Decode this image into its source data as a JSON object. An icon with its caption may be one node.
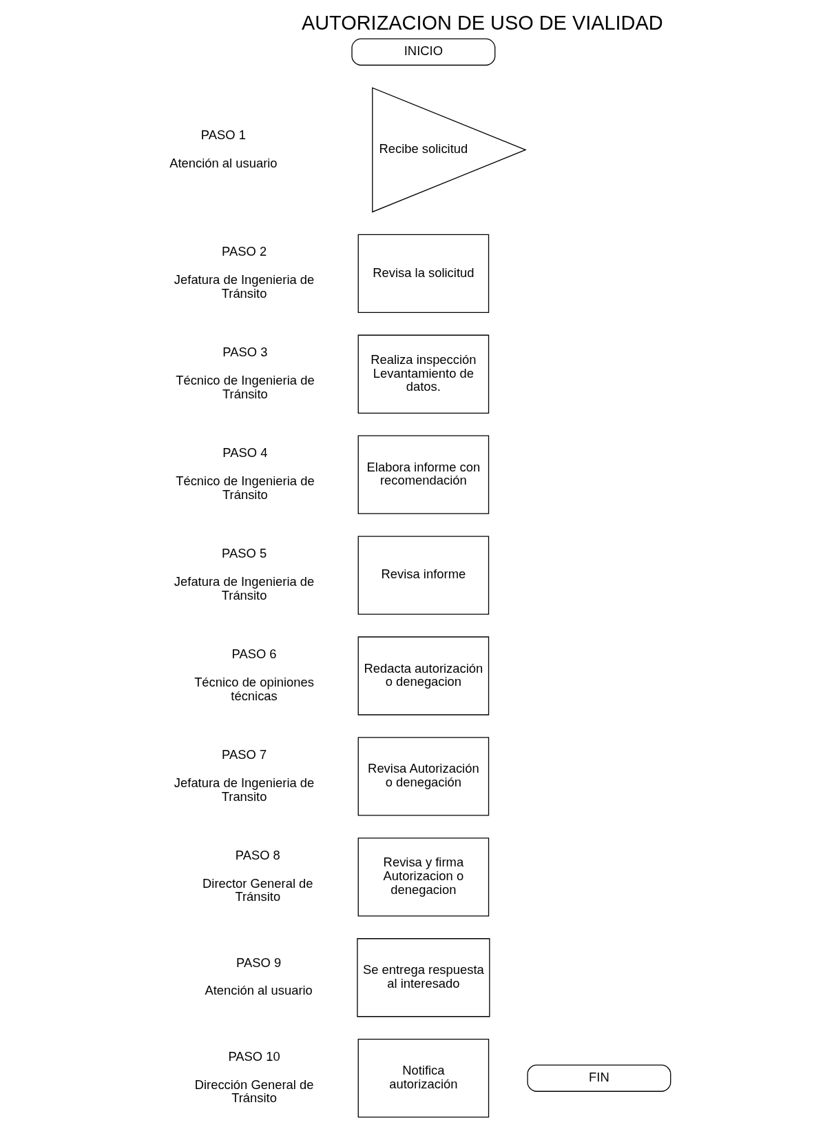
{
  "diagram": {
    "title": "AUTORIZACION DE USO DE VIALIDAD",
    "nodes": [
      {
        "text": [
          "INICIO"
        ]
      },
      {
        "text": [
          "Recibe solicitud"
        ],
        "beside": [
          "PASO 1",
          "Atención al usuario"
        ]
      },
      {
        "text": [
          "Revisa la solicitud"
        ],
        "beside": [
          "PASO 2",
          "Jefatura de Ingenieria de Tránsito"
        ]
      },
      {
        "text": [
          "Realiza inspección Levantamiento de datos."
        ],
        "beside": [
          "PASO 3",
          "Técnico de Ingenieria de Tránsito"
        ]
      },
      {
        "text": [
          "Elabora informe con recomendación"
        ],
        "beside": [
          "PASO 4",
          "Técnico de Ingenieria de Tránsito"
        ]
      },
      {
        "text": [
          "Revisa informe"
        ],
        "beside": [
          "PASO 5",
          "Jefatura de Ingenieria de Tránsito"
        ]
      },
      {
        "text": [
          "Redacta autorización o denegacion"
        ],
        "beside": [
          "PASO 6",
          "Técnico de opiniones técnicas"
        ]
      },
      {
        "text": [
          "Revisa Autorización o denegación"
        ],
        "beside": [
          "PASO 7",
          "Jefatura de Ingenieria de Transito"
        ]
      },
      {
        "text": [
          "Revisa y firma Autorizacion o denegacion"
        ],
        "beside": [
          "PASO 8",
          "Director General de Tránsito"
        ]
      },
      {
        "text": [
          "Se entrega respuesta al interesado"
        ],
        "beside": [
          "PASO 9",
          "Atención al usuario"
        ]
      },
      {
        "text": [
          "Notifica autorización"
        ],
        "beside": [
          "PASO 10",
          "Dirección General de Tránsito"
        ]
      },
      {
        "text": [
          "FIN"
        ]
      }
    ],
    "edges": []
  }
}
